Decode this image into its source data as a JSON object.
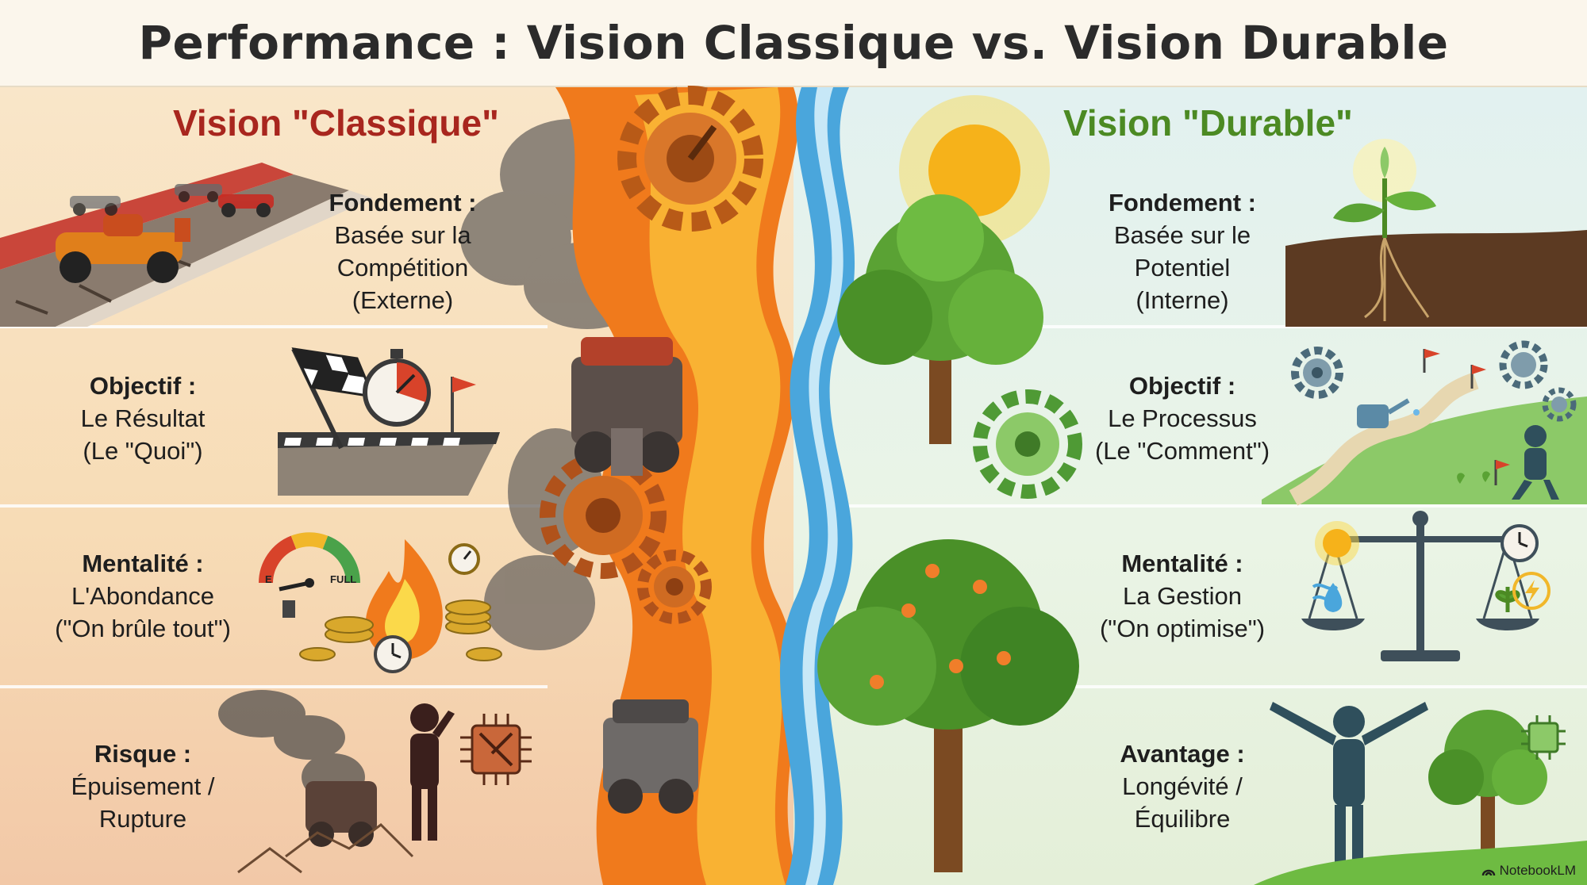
{
  "title": "Performance : Vision Classique vs. Vision Durable",
  "classic": {
    "heading": "Vision \"Classique\"",
    "rows": [
      {
        "key": "Fondement :",
        "lines": [
          "Basée sur la",
          "Compétition",
          "(Externe)"
        ]
      },
      {
        "key": "Objectif :",
        "lines": [
          "Le Résultat",
          "(Le \"Quoi\")"
        ]
      },
      {
        "key": "Mentalité :",
        "lines": [
          "L'Abondance",
          "(\"On brûle tout\")"
        ]
      },
      {
        "key": "Risque :",
        "lines": [
          "Épuisement /",
          "Rupture"
        ]
      }
    ],
    "gauge": {
      "empty": "E",
      "full": "FULL"
    }
  },
  "durable": {
    "heading": "Vision \"Durable\"",
    "rows": [
      {
        "key": "Fondement :",
        "lines": [
          "Basée sur le",
          "Potentiel",
          "(Interne)"
        ]
      },
      {
        "key": "Objectif :",
        "lines": [
          "Le Processus",
          "(Le \"Comment\")"
        ]
      },
      {
        "key": "Mentalité :",
        "lines": [
          "La Gestion",
          "(\"On optimise\")"
        ]
      },
      {
        "key": "Avantage :",
        "lines": [
          "Longévité /",
          "Équilibre"
        ]
      }
    ]
  },
  "brand": "NotebookLM",
  "colors": {
    "classic_accent": "#a8261e",
    "durable_accent": "#4c8a23",
    "fire": "#f07a1c",
    "water": "#4aa6dc"
  }
}
